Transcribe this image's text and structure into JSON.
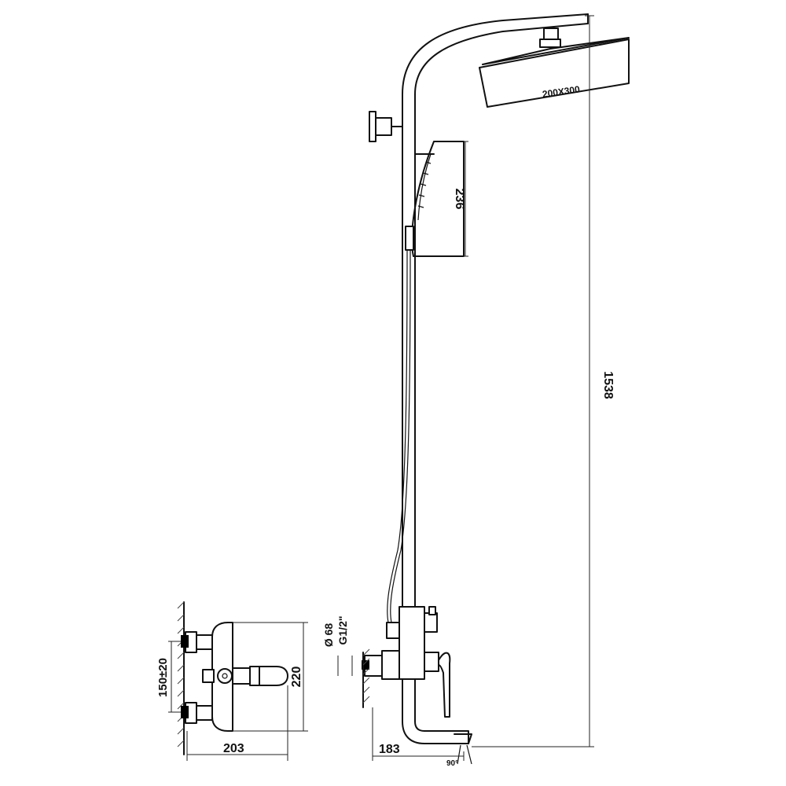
{
  "dimensions": {
    "total_height": "1538",
    "overhead_shower_size": "200X300",
    "hand_shower_length": "236",
    "spout_reach": "183",
    "spout_angle": "90°",
    "mixer_height": "220",
    "mixer_depth": "203",
    "inlet_center_distance": "150±20",
    "escutcheon_diameter": "Ø 68",
    "thread_size": "G1/2\""
  }
}
